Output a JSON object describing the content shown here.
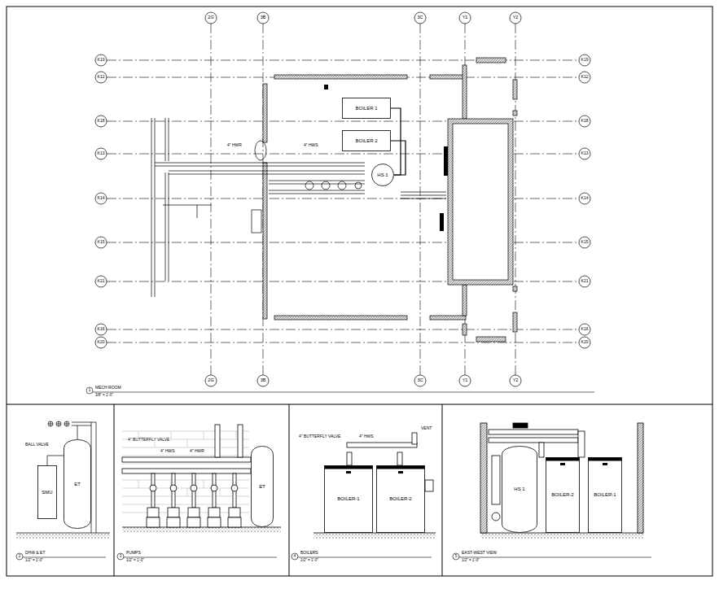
{
  "diagram": {
    "nodes": [
      {
        "text": [
          "BOILER 1"
        ]
      },
      {
        "text": [
          "BOILER 2"
        ]
      },
      {
        "text": [
          "HS 1"
        ]
      },
      {
        "text": [
          "SMU"
        ]
      },
      {
        "text": [
          "ET"
        ]
      },
      {
        "text": [
          "ET"
        ]
      },
      {
        "text": [
          "BOILER-1"
        ]
      },
      {
        "text": [
          "BOILER-2"
        ]
      },
      {
        "text": [
          "HS 1"
        ]
      },
      {
        "text": [
          "BOILER-2"
        ]
      },
      {
        "text": [
          "BOILER-1"
        ]
      }
    ],
    "edges": [
      {
        "from": 0,
        "to": 2,
        "arrow": "none"
      },
      {
        "from": 1,
        "to": 2,
        "arrow": "none"
      }
    ],
    "labels": [
      "2G",
      "3B",
      "3C",
      "Y1",
      "Y2",
      "2G",
      "3B",
      "3C",
      "Y1",
      "Y2",
      "K19",
      "K12",
      "K18",
      "K13",
      "K14",
      "K15",
      "K21",
      "K16",
      "K20",
      "K19",
      "K12",
      "K18",
      "K13",
      "K14",
      "K15",
      "K21",
      "K16",
      "K20",
      "MECH ROOM",
      "3/8\" = 1'-0\"",
      "DHW & ET",
      "1/2\" = 1'-0\"",
      "PUMPS",
      "1/2\" = 1'-0\"",
      "BOILERS",
      "1/2\" = 1'-0\"",
      "EAST-WEST VIEW",
      "1/2\" = 1'-0\"",
      "1",
      "2",
      "3",
      "4",
      "5",
      "4\" HWS",
      "4\" HWR",
      "BALL VALVE",
      "4\" HWS",
      "4\" HWR",
      "4\" BUTTERFLY VALVE",
      "4\" BUTTERFLY VALVE",
      "4\" HWS",
      "VENT"
    ]
  }
}
